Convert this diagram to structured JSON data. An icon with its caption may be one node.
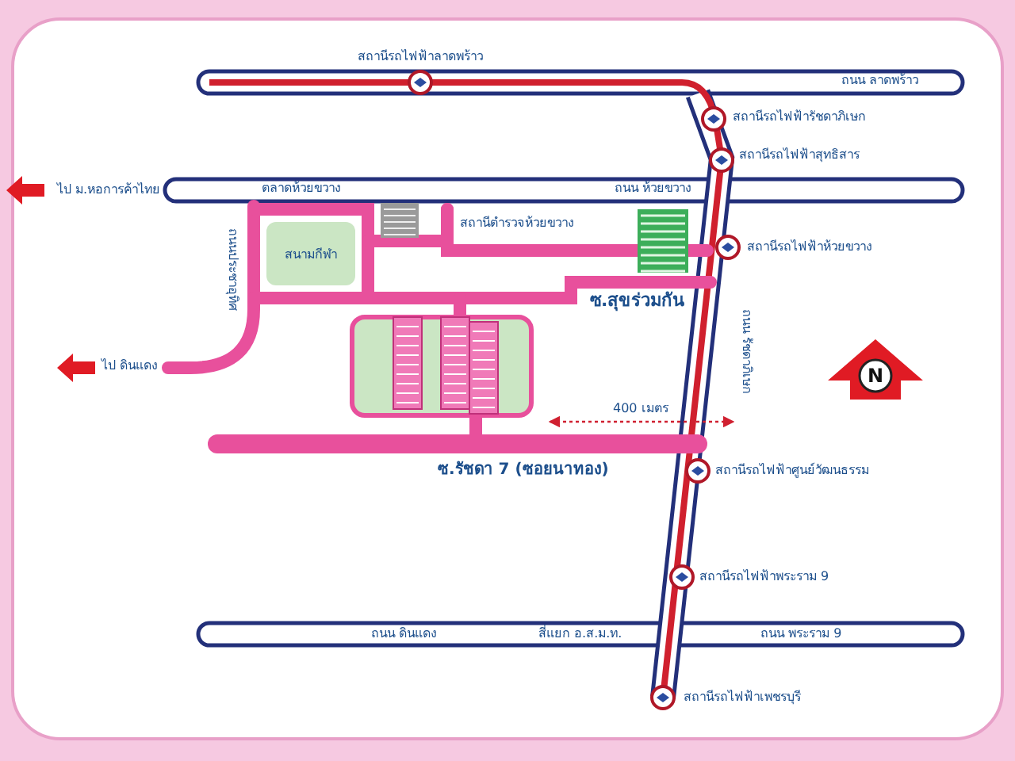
{
  "diagram": {
    "nodes": [
      {
        "text": [
          "สนามกีฬา"
        ]
      }
    ],
    "labels": [
      "สถานีรถไฟฟ้าลาดพร้าว",
      "ถนน ลาดพร้าว",
      "สถานีรถไฟฟ้ารัชดาภิเษก",
      "สถานีรถไฟฟ้าสุทธิสาร",
      "ไป ม.หอการค้าไทย",
      "ตลาดห้วยขวาง",
      "ถนน ห้วยขวาง",
      "สถานีตำรวจห้วยขวาง",
      "ถนนประชาอุทิศ",
      "สถานีรถไฟฟ้าห้วยขวาง",
      "ซ.สุขร่วมกัน",
      "ไป ดินแดง",
      "400 เมตร",
      "ถนน รัชดาภิเษก",
      "N",
      "ซ.รัชดา 7 (ซอยนาทอง)",
      "สถานีรถไฟฟ้าศูนย์วัฒนธรรม",
      "สถานีรถไฟฟ้าพระราม 9",
      "ถนน ดินแดง",
      "สี่แยก อ.ส.ม.ท.",
      "ถนน พระราม 9",
      "สถานีรถไฟฟ้าเพชรบุรี"
    ]
  }
}
